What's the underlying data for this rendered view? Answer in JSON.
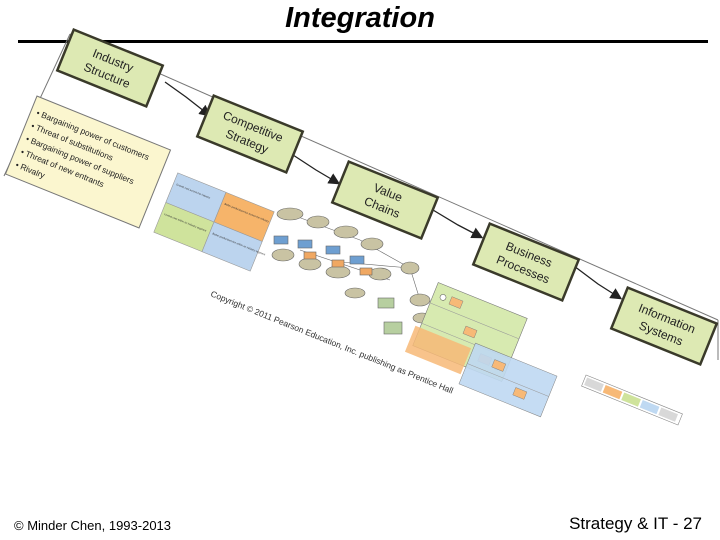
{
  "slide": {
    "title": "Integration",
    "footer_left": "© Minder Chen, 1993-2013",
    "footer_right": "Strategy & IT - 27"
  },
  "diagram": {
    "stages": [
      {
        "lines": [
          "Industry",
          "Structure"
        ]
      },
      {
        "lines": [
          "Competitive",
          "Strategy"
        ]
      },
      {
        "lines": [
          "Value",
          "Chains"
        ]
      },
      {
        "lines": [
          "Business",
          "Processes"
        ]
      },
      {
        "lines": [
          "Information",
          "Systems"
        ]
      }
    ],
    "forces": [
      "• Bargaining power of customers",
      "• Threat of substitutions",
      "• Bargaining power of suppliers",
      "• Threat of new entrants",
      "• Rivalry"
    ],
    "strategy_grid": [
      "Growth cost across the industry",
      "Better product/service across the industry",
      "Lowest cost within an industry segment",
      "Better product/service within an industry segment"
    ],
    "copyright": "Copyright © 2011 Pearson Education, Inc. publishing as Prentice Hall",
    "colors": {
      "box_fill": "#dde9b3",
      "box_stroke": "#3a3a2a",
      "forces_fill": "#fbf6cf",
      "grid_blue": "#bcd4ee",
      "grid_orange": "#f6b46a",
      "grid_green": "#cfe39c",
      "bpmn_green": "#d7eab0",
      "bpmn_orange": "#f7b977",
      "bpmn_blue": "#bfd9f2"
    }
  }
}
